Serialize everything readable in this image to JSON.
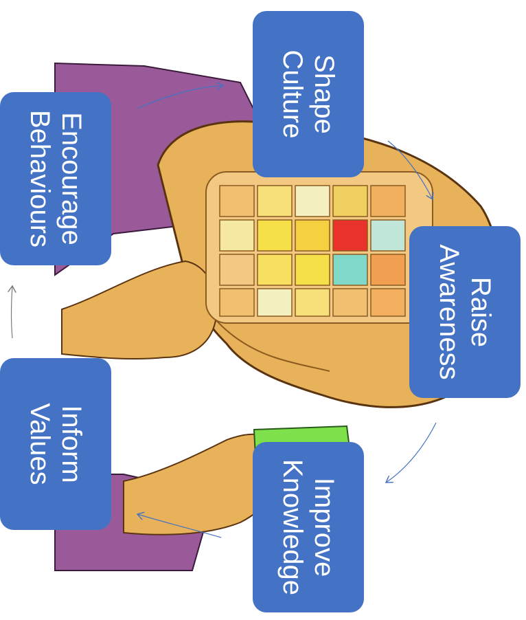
{
  "diagram": {
    "stages": [
      {
        "id": "shape-culture",
        "lines": [
          "Shape",
          "Culture"
        ]
      },
      {
        "id": "raise-awareness",
        "lines": [
          "Raise",
          "Awareness"
        ]
      },
      {
        "id": "improve-knowledge",
        "lines": [
          "Improve",
          "Knowledge"
        ]
      },
      {
        "id": "inform-values",
        "lines": [
          "Inform",
          "Values"
        ]
      },
      {
        "id": "encourage-behaviours",
        "lines": [
          "Encourage",
          "Behaviours"
        ]
      }
    ]
  },
  "colors": {
    "box_fill": "#4472c4",
    "box_text": "#ffffff",
    "arrow": "#4472c4",
    "sleeve": "#9a5a9a",
    "skin": "#e8b25a",
    "puzzle_red": "#e8322a",
    "puzzle_yellow": "#f5e04a",
    "puzzle_teal": "#7fd8c8",
    "puzzle_green": "#7ee04a"
  },
  "icons": [
    "head-illustration",
    "puzzle-brain-icon",
    "hand-icon",
    "cycle-arrow-icon"
  ]
}
